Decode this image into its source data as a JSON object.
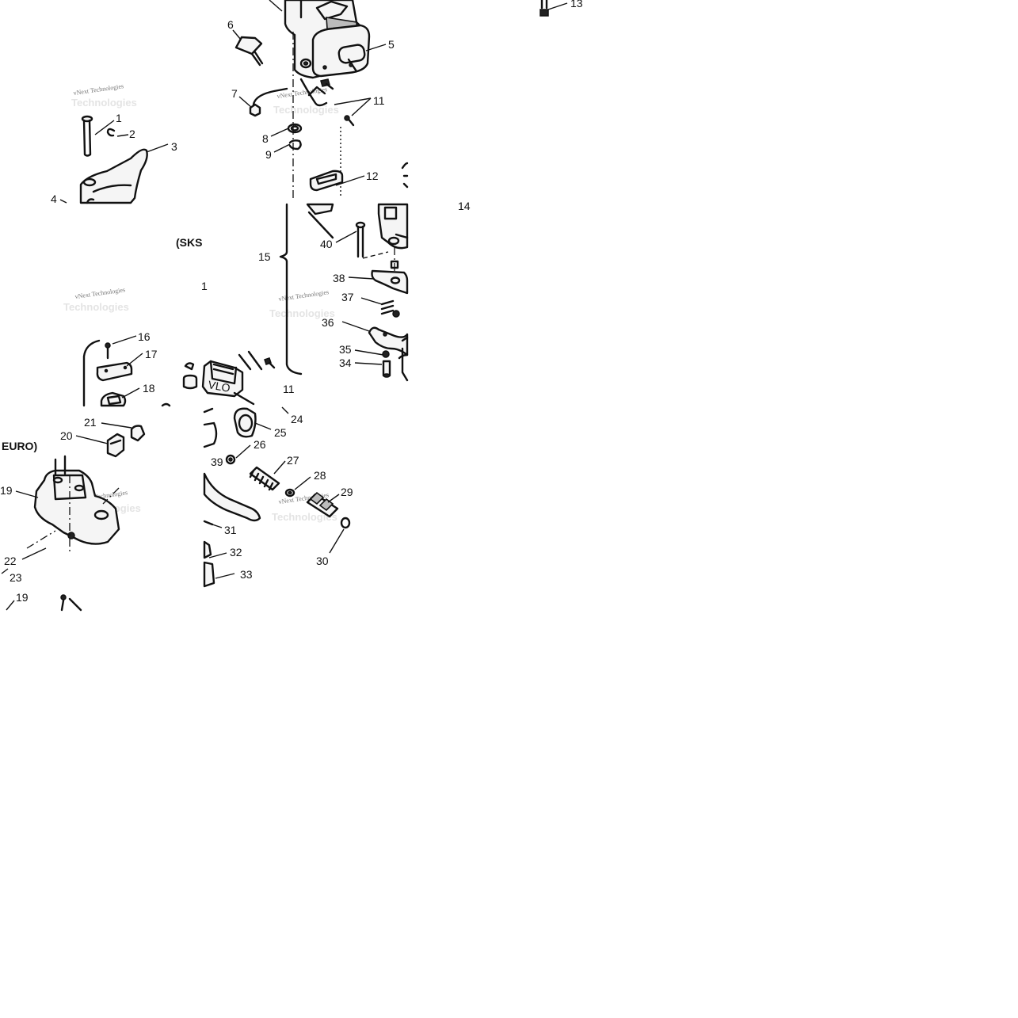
{
  "diagram": {
    "section_labels": [
      "(SKS",
      "EURO)"
    ],
    "watermark": "vNext Technologies",
    "callouts": [
      "1",
      "2",
      "3",
      "4",
      "5",
      "6",
      "7",
      "8",
      "9",
      "11",
      "11",
      "12",
      "13",
      "14",
      "15",
      "16",
      "17",
      "18",
      "19",
      "19",
      "20",
      "21",
      "22",
      "23",
      "24",
      "25",
      "26",
      "27",
      "28",
      "29",
      "30",
      "31",
      "32",
      "33",
      "34",
      "35",
      "36",
      "37",
      "38",
      "39",
      "40"
    ],
    "decal_text": "VLO"
  }
}
